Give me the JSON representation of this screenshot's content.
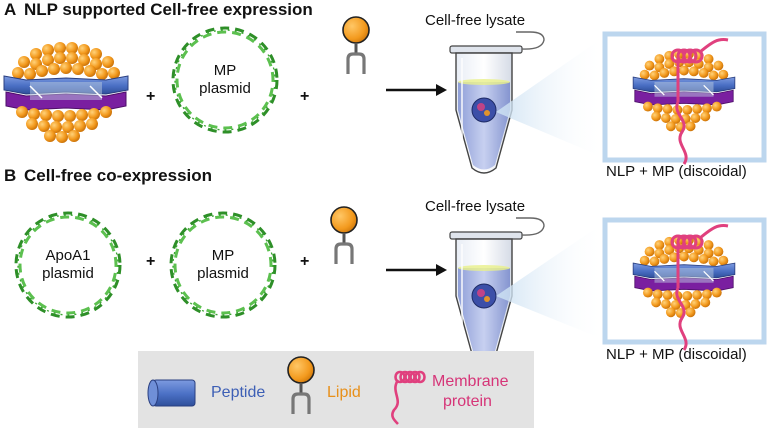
{
  "sections": {
    "a": {
      "letter": "A",
      "title": "NLP supported Cell-free expression"
    },
    "b": {
      "letter": "B",
      "title": "Cell-free co-expression"
    }
  },
  "plasmids": {
    "mp_line1": "MP",
    "mp_line2": "plasmid",
    "apoa1_line1": "ApoA1",
    "apoa1_line2": "plasmid"
  },
  "plus_sign": "+",
  "lysate_label": "Cell-free lysate",
  "product_label": "NLP + MP (discoidal)",
  "legend": {
    "peptide": "Peptide",
    "lipid": "Lipid",
    "membrane_line1": "Membrane",
    "membrane_line2": "protein"
  },
  "colors": {
    "peptide_blue": "#4a6fc4",
    "peptide_text": "#3d5fb5",
    "lipid_orange": "#f39a1e",
    "lipid_text": "#e8901a",
    "membrane_pink": "#e0407e",
    "membrane_text": "#d63578",
    "purple": "#7a1fa0",
    "dna_green": "#3aa632",
    "legend_bg": "#e3e3e3",
    "zoom_box": "#bcd6ee"
  }
}
